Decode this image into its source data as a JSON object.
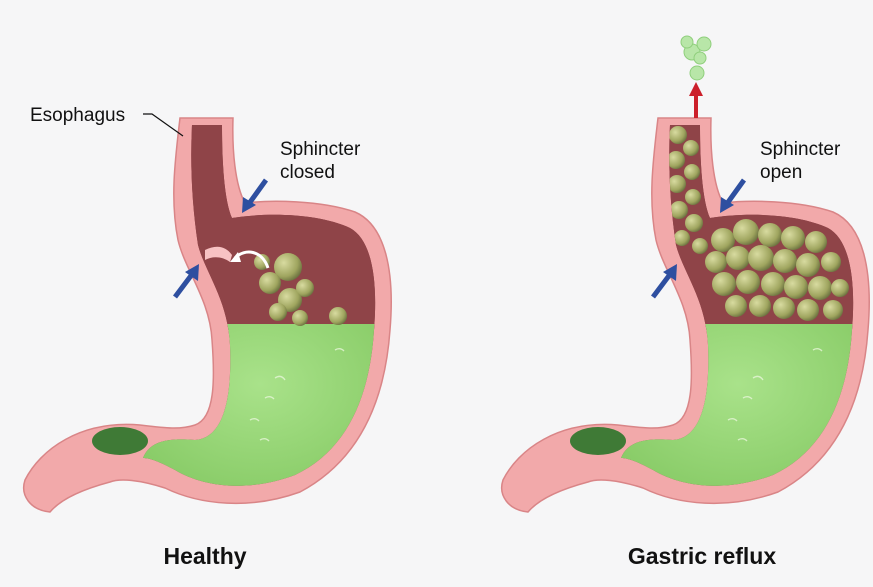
{
  "labels": {
    "esophagus": "Esophagus",
    "sphincter_closed_line1": "Sphincter",
    "sphincter_closed_line2": "closed",
    "sphincter_open_line1": "Sphincter",
    "sphincter_open_line2": "open"
  },
  "captions": {
    "healthy": "Healthy",
    "reflux": "Gastric reflux"
  },
  "colors": {
    "background": "#f6f6f7",
    "stomach_wall": "#f2a9aa",
    "wall_outline": "#d98587",
    "interior_dark": "#8a3f43",
    "gastric_fluid": "#8fd36e",
    "pylorus": "#3f7a36",
    "food_bubbles": "#9fa55f",
    "arrow_blue": "#2e4fa0",
    "arrow_red": "#cc1f2a",
    "reflux_bubbles": "#b8e6a8"
  },
  "icons": [
    "arrow-icon",
    "food-particle-icon",
    "reflux-bubble-icon"
  ]
}
